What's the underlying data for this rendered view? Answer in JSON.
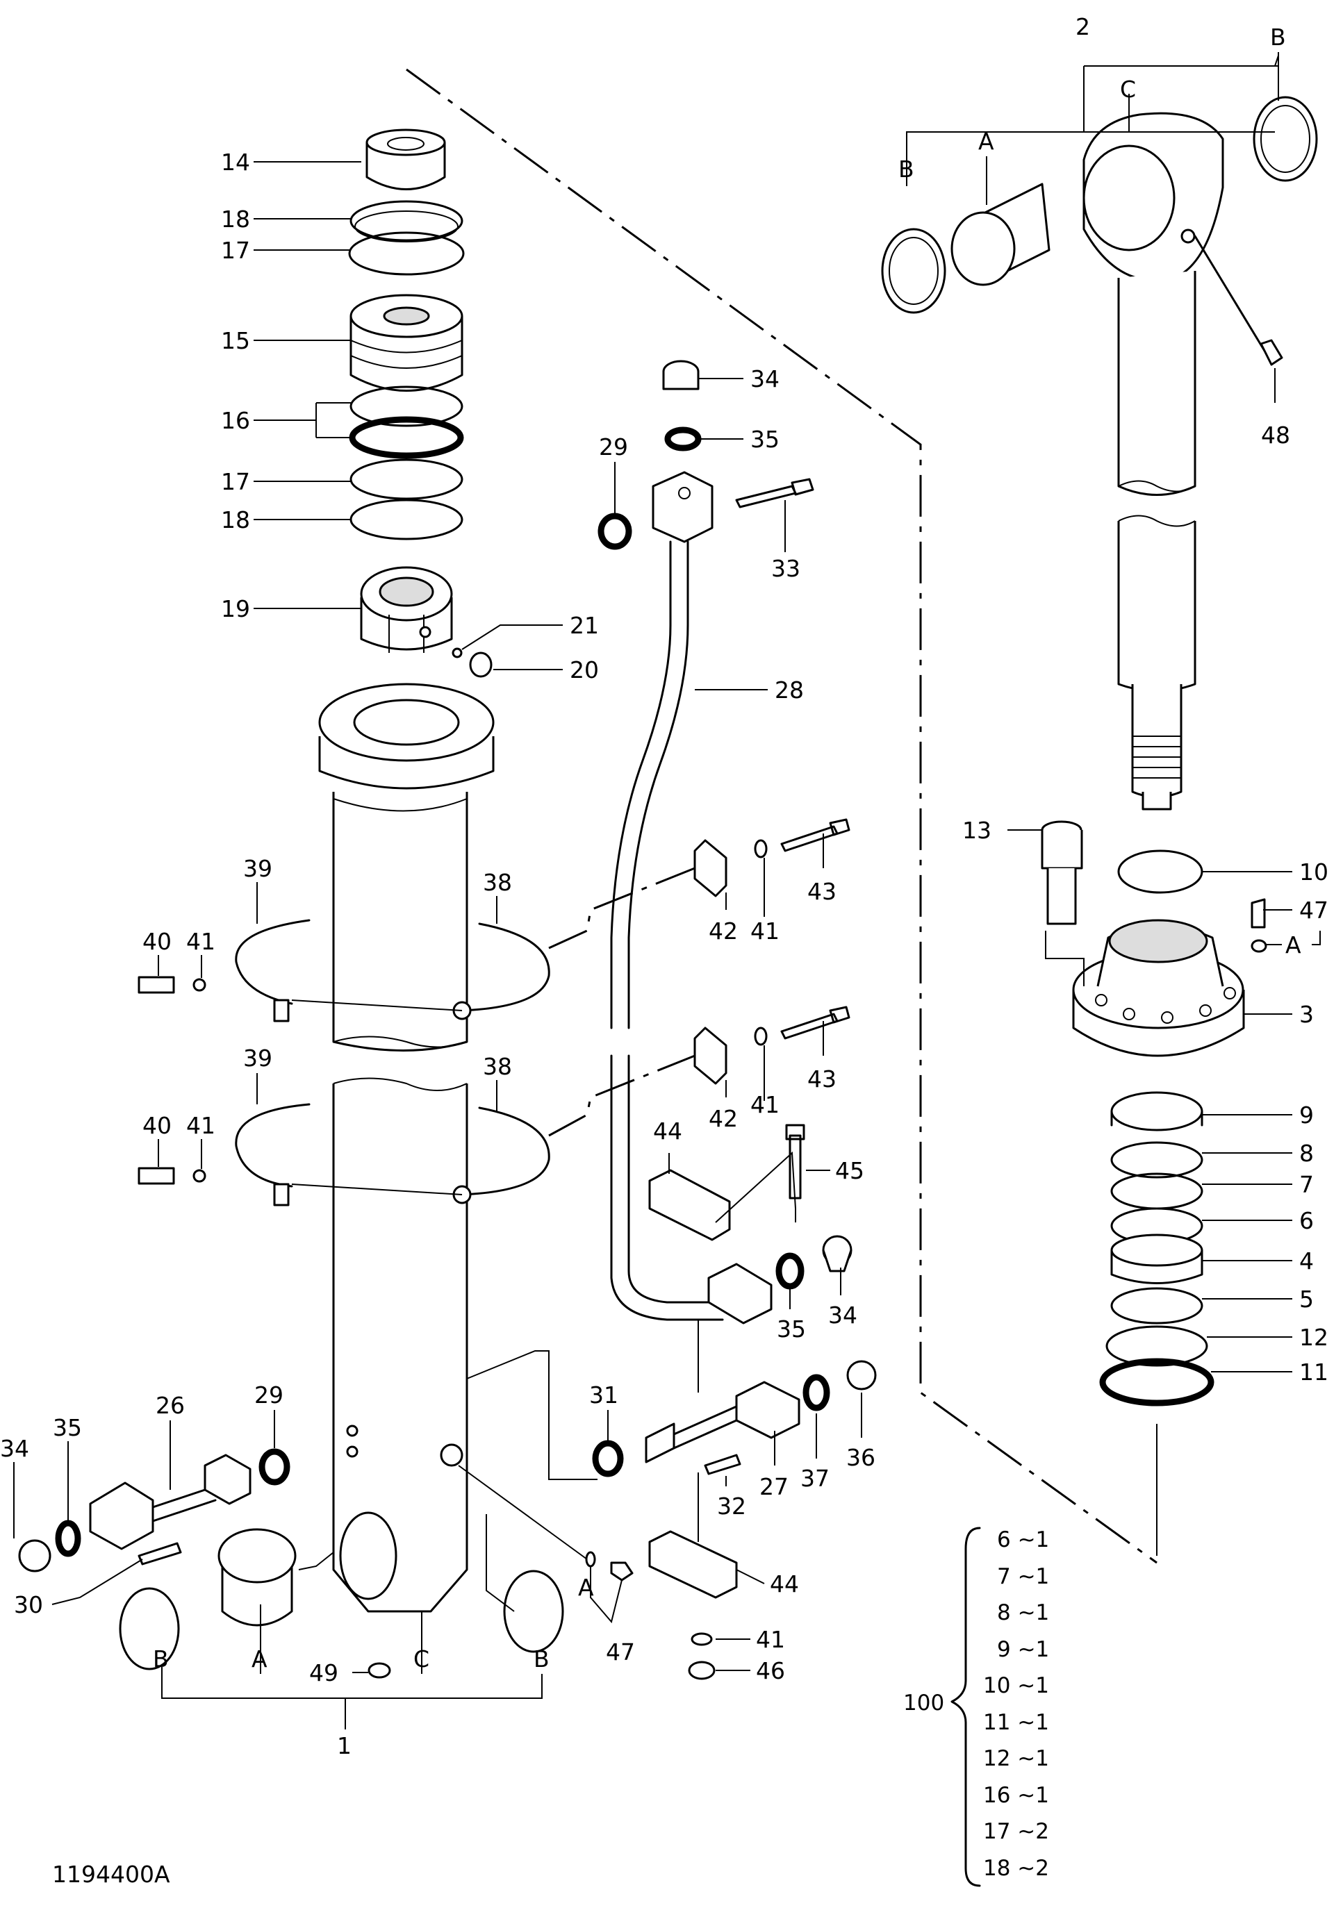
{
  "drawing_number": "1194400A",
  "labels": {
    "p1": "1",
    "p2": "2",
    "p3": "3",
    "p4": "4",
    "p5": "5",
    "p6": "6",
    "p7": "7",
    "p8": "8",
    "p9": "9",
    "p10": "10",
    "p11": "11",
    "p12": "12",
    "p13": "13",
    "p14": "14",
    "p15": "15",
    "p16": "16",
    "p17": "17",
    "p18": "18",
    "p19": "19",
    "p20": "20",
    "p21": "21",
    "p26": "26",
    "p27": "27",
    "p28": "28",
    "p29": "29",
    "p30": "30",
    "p31": "31",
    "p32": "32",
    "p33": "33",
    "p34": "34",
    "p35": "35",
    "p36": "36",
    "p37": "37",
    "p38": "38",
    "p39": "39",
    "p40": "40",
    "p41": "41",
    "p42": "42",
    "p43": "43",
    "p44": "44",
    "p45": "45",
    "p46": "46",
    "p47": "47",
    "p48": "48",
    "p49": "49",
    "A": "A",
    "B": "B",
    "C": "C"
  },
  "kit": {
    "number": "100",
    "items": [
      "6 ~1",
      "7 ~1",
      "8 ~1",
      "9 ~1",
      "10 ~1",
      "11 ~1",
      "12 ~1",
      "16 ~1",
      "17 ~2",
      "18 ~2"
    ]
  }
}
